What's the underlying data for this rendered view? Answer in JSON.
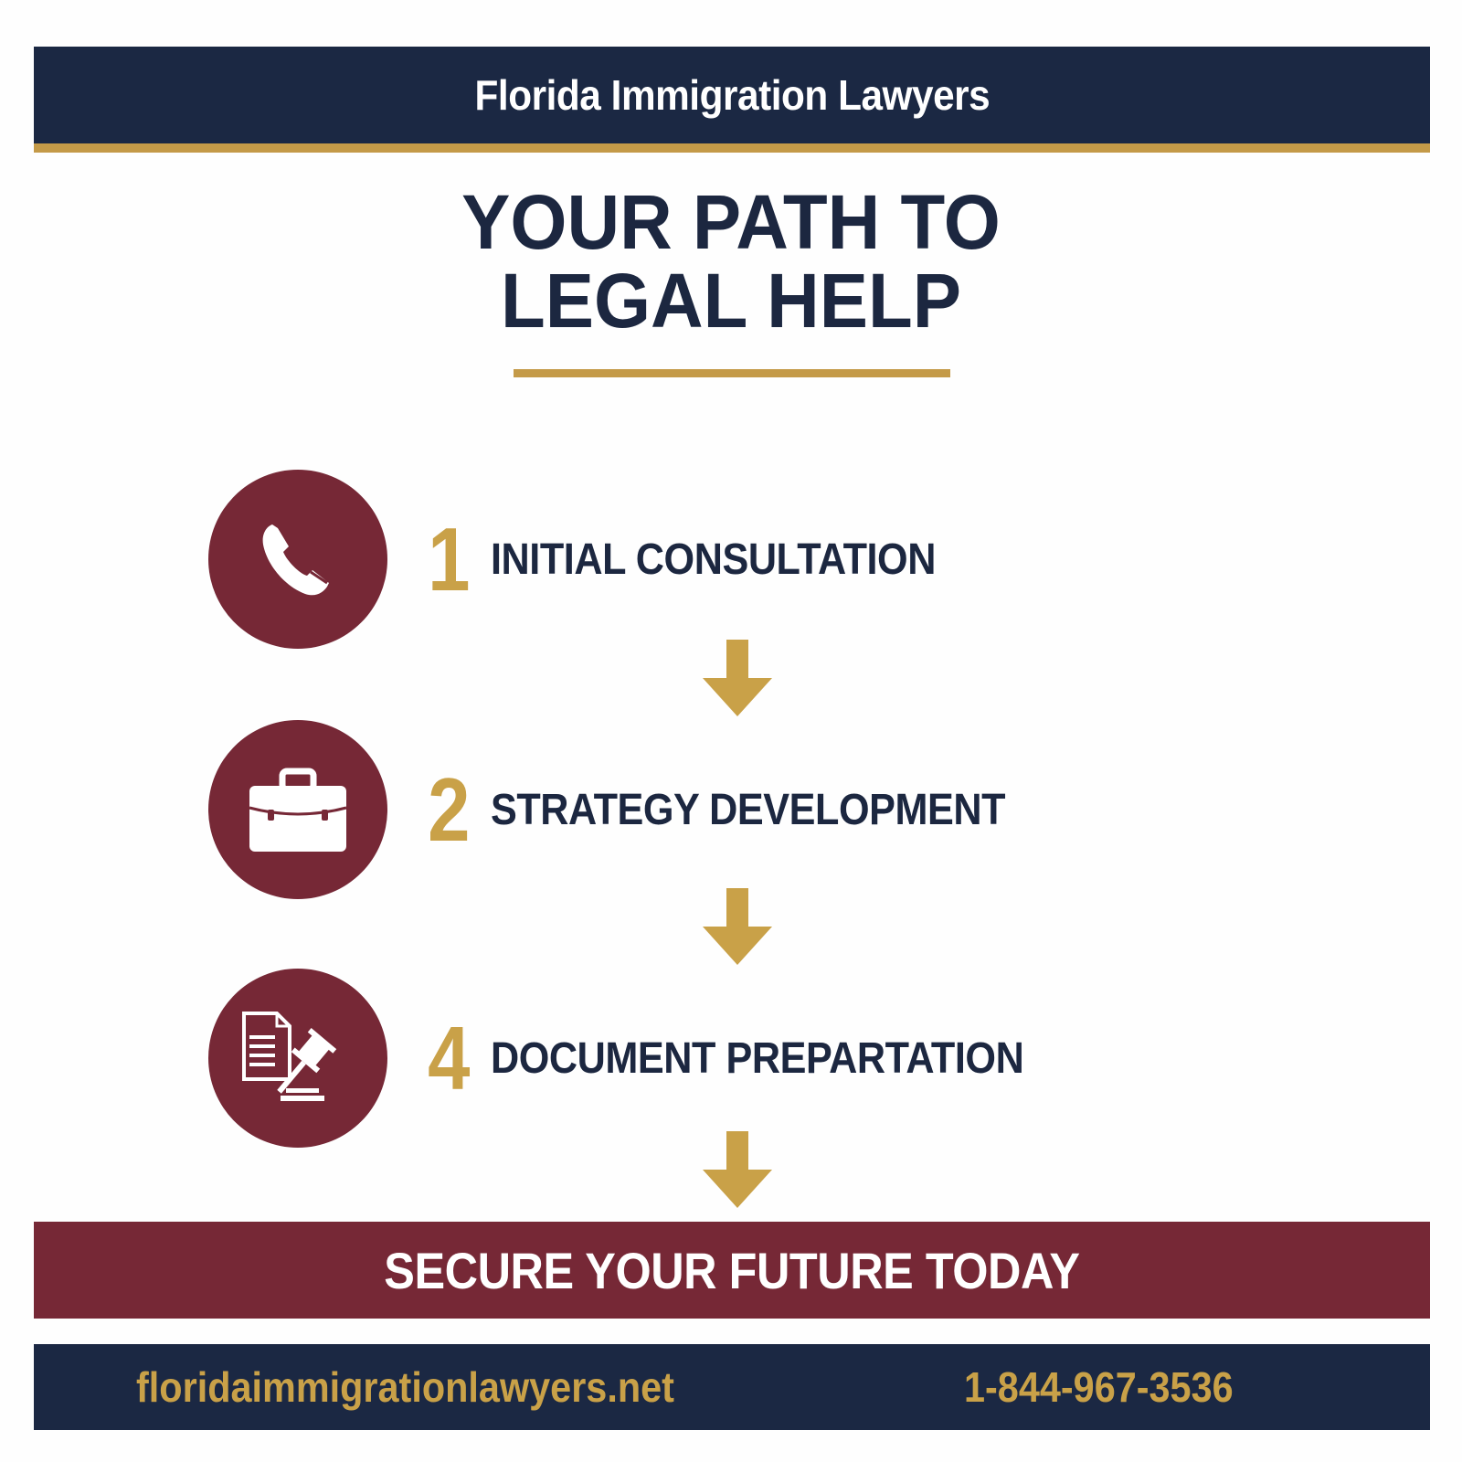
{
  "header": {
    "title": "Florida Immigration Lawyers"
  },
  "main": {
    "title_line1": "YOUR PATH TO",
    "title_line2": "LEGAL HELP"
  },
  "steps": [
    {
      "number": "1",
      "label": "INITIAL CONSULTATION",
      "icon": "phone-icon"
    },
    {
      "number": "2",
      "label": "STRATEGY DEVELOPMENT",
      "icon": "briefcase-icon"
    },
    {
      "number": "4",
      "label": "DOCUMENT PREPARTATION",
      "icon": "document-gavel-icon"
    }
  ],
  "cta": {
    "text": "SECURE YOUR FUTURE TODAY"
  },
  "footer": {
    "website": "floridaimmigrationlawyers.net",
    "phone": "1-844-967-3536"
  },
  "colors": {
    "navy": "#1b2843",
    "gold": "#c49a48",
    "maroon": "#762836",
    "text_dark": "#1c2740",
    "white": "#ffffff"
  }
}
